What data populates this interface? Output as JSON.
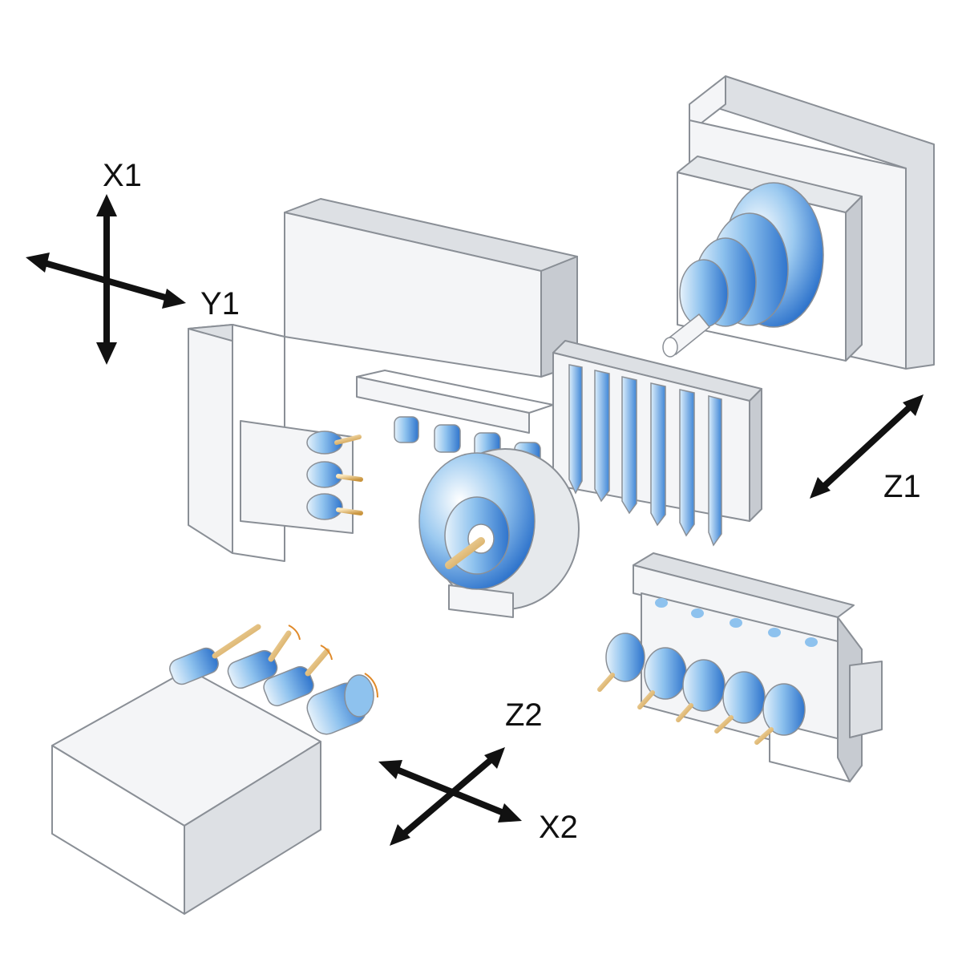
{
  "axes": {
    "x1": "X1",
    "y1": "Y1",
    "z1": "Z1",
    "z2": "Z2",
    "x2": "X2"
  },
  "colors": {
    "tool_blue": "#3b82d8",
    "tool_light": "#e6f2fb",
    "body_light": "#f4f5f7",
    "body_mid": "#dde0e4",
    "body_dark": "#c7cbd1",
    "edge": "#8a8f96",
    "drill_gold": "#e2b866",
    "arrow": "#111111",
    "rotation_marker": "#e08a2a"
  }
}
